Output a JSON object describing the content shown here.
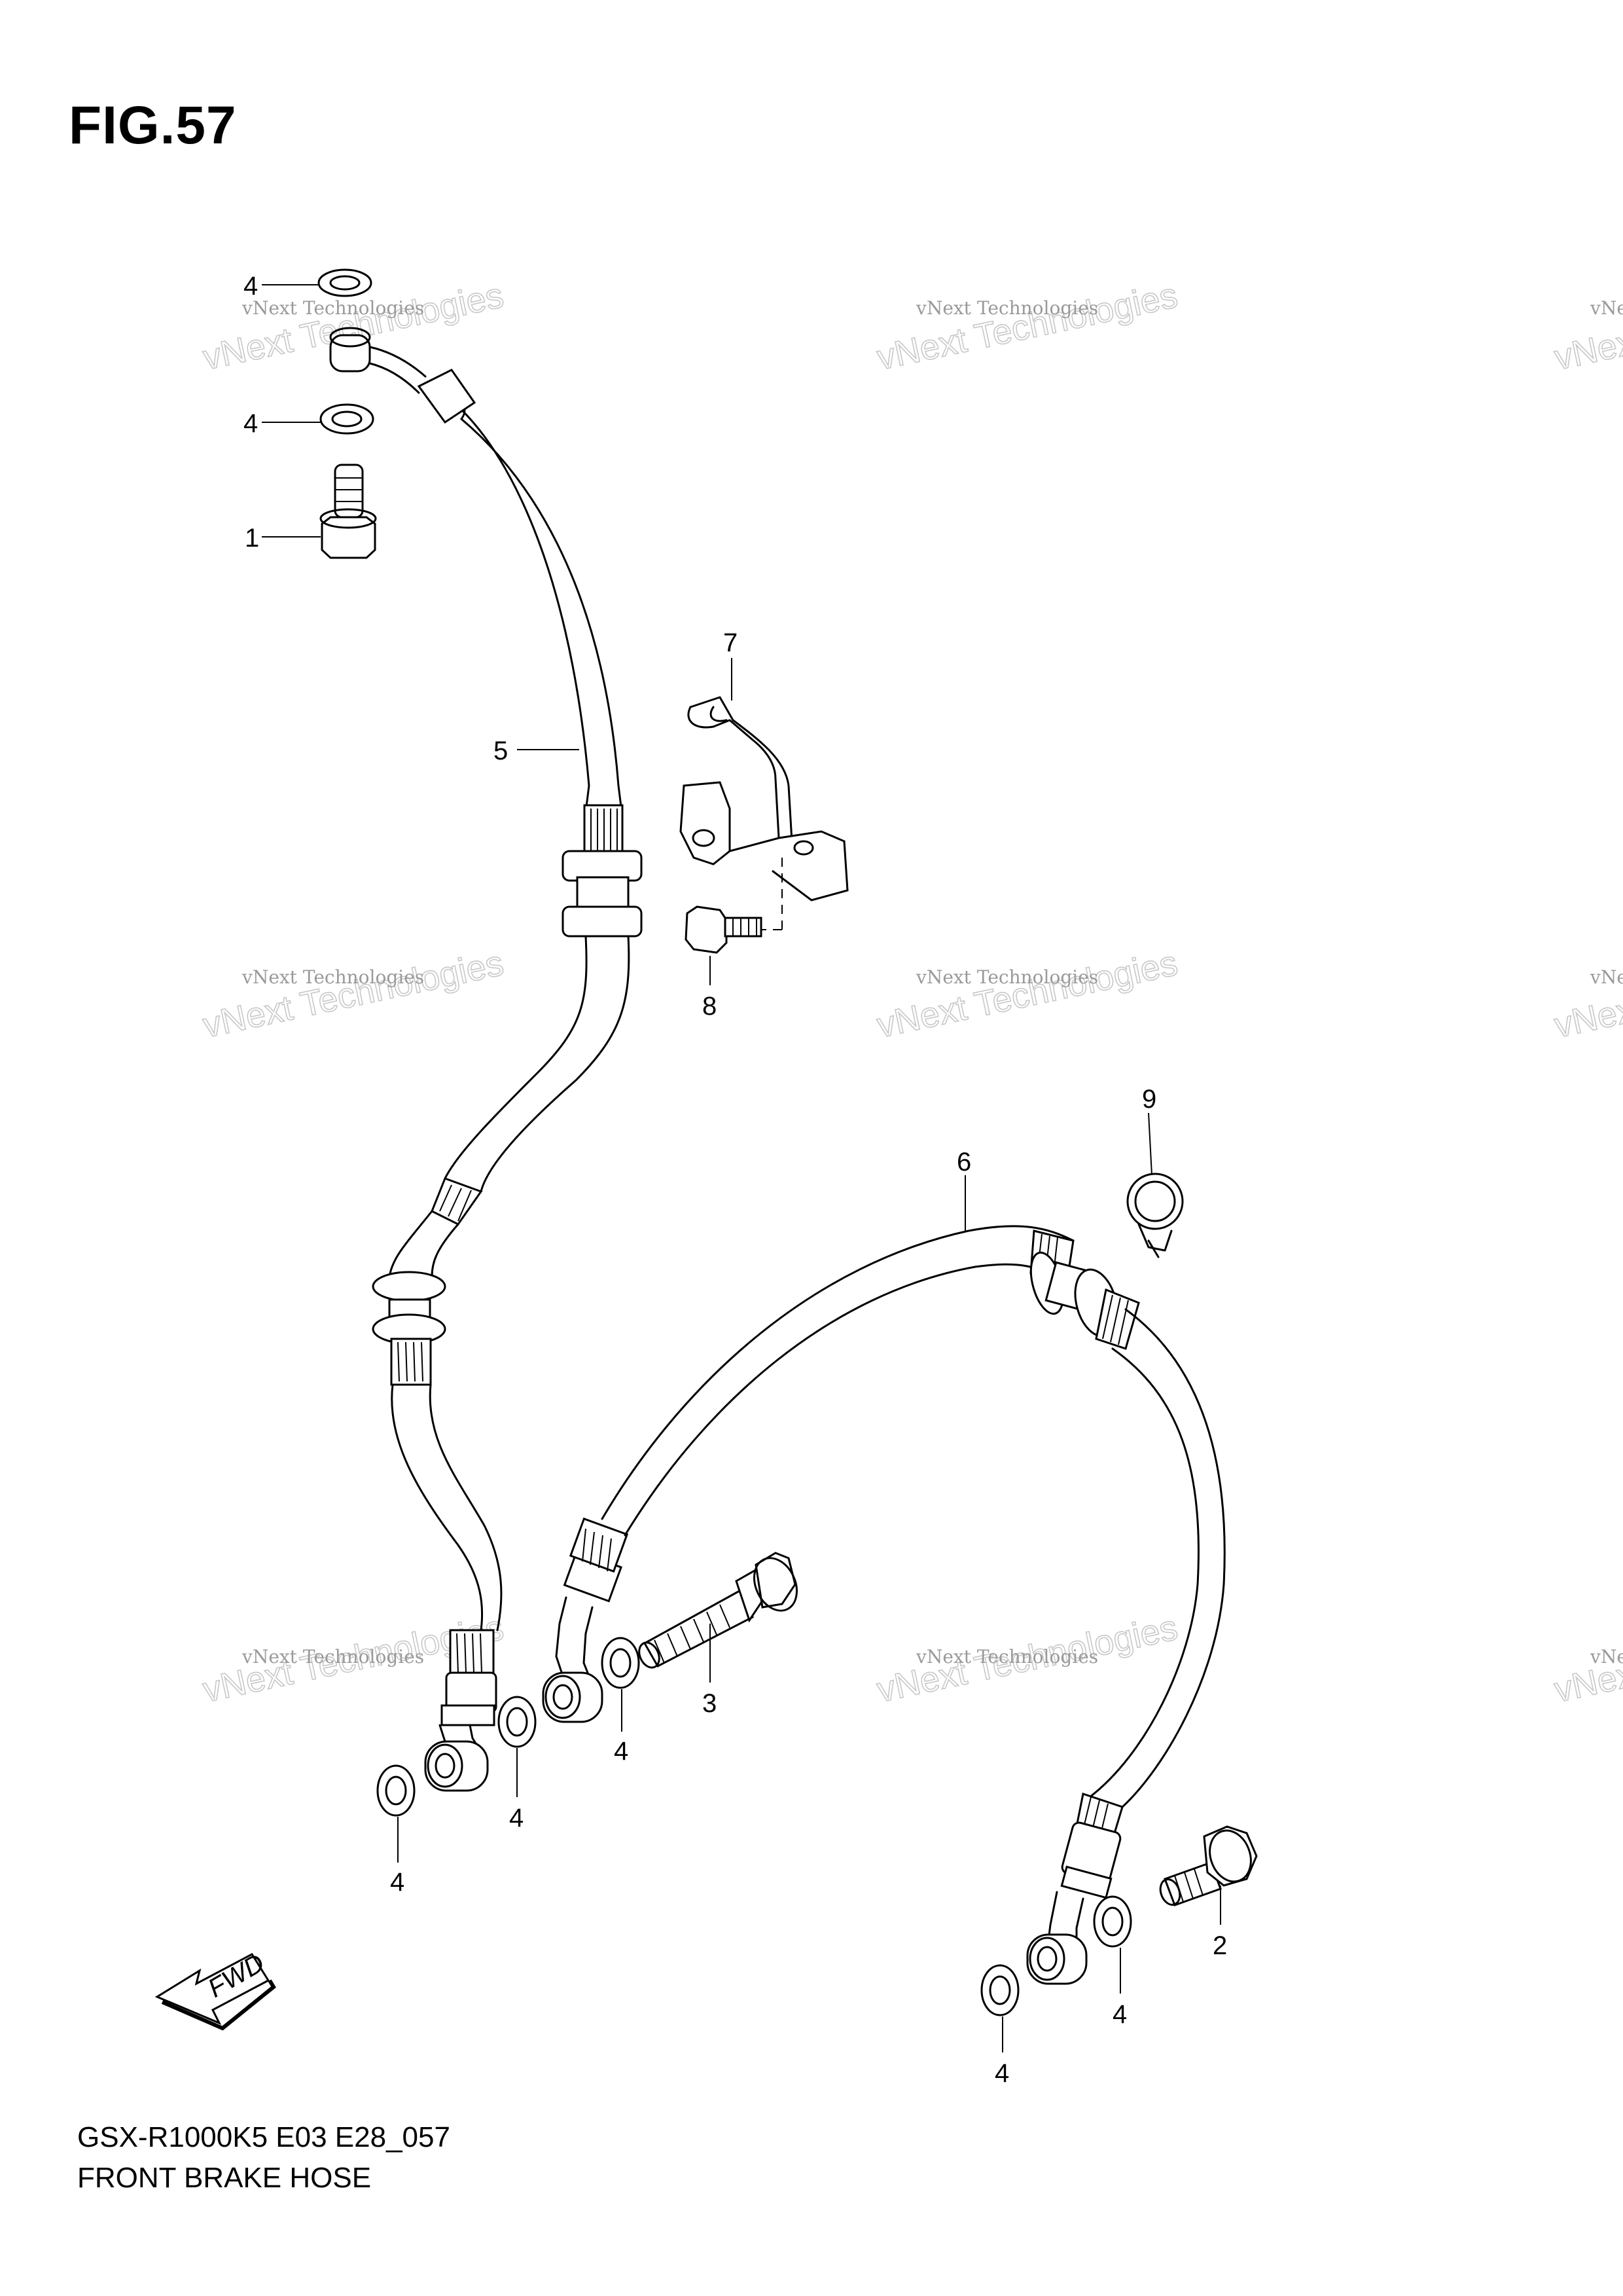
{
  "figure": {
    "title": "FIG.57",
    "model_code": "GSX-R1000K5 E03 E28_057",
    "section_name": "FRONT BRAKE HOSE"
  },
  "callouts": {
    "c1": "1",
    "c2": "2",
    "c3": "3",
    "c4a": "4",
    "c4b": "4",
    "c4c": "4",
    "c4d": "4",
    "c4e": "4",
    "c4f": "4",
    "c4g": "4",
    "c5": "5",
    "c6": "6",
    "c7": "7",
    "c8": "8",
    "c9": "9"
  },
  "watermark": {
    "line1": "vNext Technologies",
    "line2": "vNext Technologies"
  },
  "direction_arrow": {
    "label": "FWD",
    "icon": "fwd-arrow-icon"
  },
  "colors": {
    "ink": "#000000",
    "watermark": "#b0b0b0",
    "background": "#ffffff"
  }
}
